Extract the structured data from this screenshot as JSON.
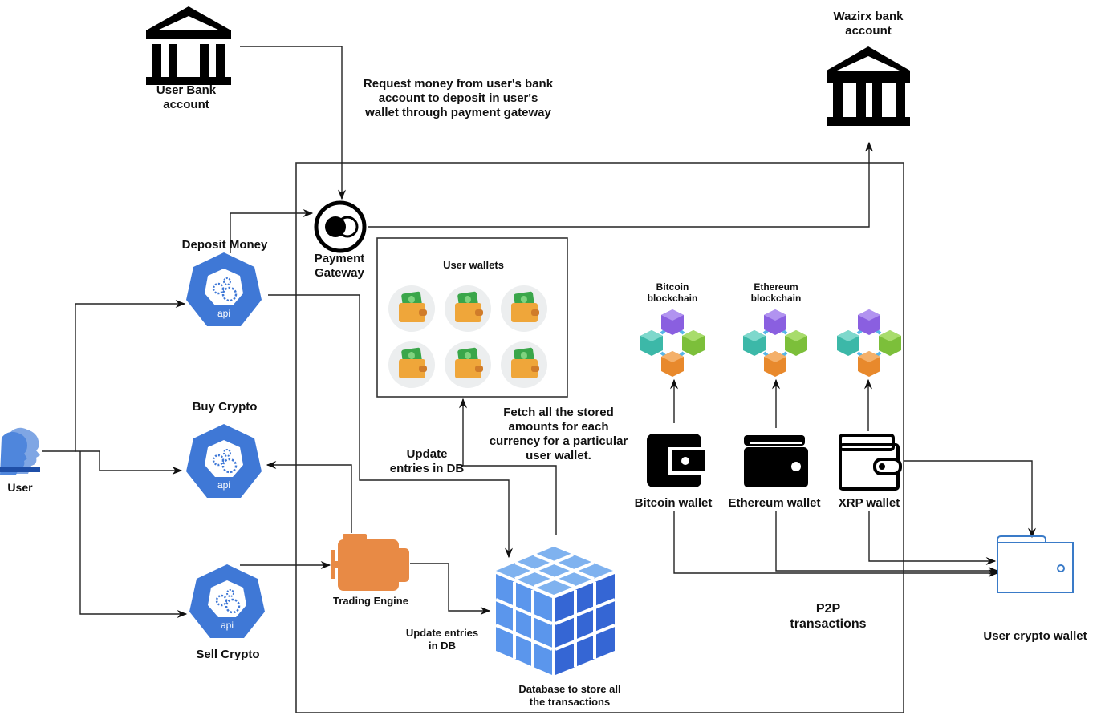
{
  "diagram": {
    "title_nodes": {
      "user_bank": "User Bank\naccount",
      "wazirx_bank": "Wazirx bank\naccount",
      "payment_gateway": "Payment\nGateway",
      "deposit_money": "Deposit Money",
      "buy_crypto": "Buy Crypto",
      "sell_crypto": "Sell Crypto",
      "user": "User",
      "api_label": "api",
      "user_wallets": "User wallets",
      "trading_engine": "Trading Engine",
      "database": "Database to store all\nthe transactions",
      "bitcoin_blockchain": "Bitcoin\nblockchain",
      "ethereum_blockchain": "Ethereum\nblockchain",
      "bitcoin_wallet": "Bitcoin wallet",
      "ethereum_wallet": "Ethereum wallet",
      "xrp_wallet": "XRP wallet",
      "user_crypto_wallet": "User crypto wallet",
      "p2p": "P2P\ntransactions"
    },
    "annotations": {
      "request_money": "Request money from user's bank\naccount to deposit in user's\nwallet through payment gateway",
      "update_entries_1": "Update\nentries in DB",
      "fetch_amounts": "Fetch all the stored\namounts for each\ncurrency for a particular\nuser wallet.",
      "update_entries_2": "Update entries\nin DB"
    },
    "icons": {
      "bank": "bank-icon",
      "gateway": "payment-gateway-icon",
      "api": "api-gear-icon",
      "wallet_coin": "money-wallet-icon",
      "engine": "engine-icon",
      "database": "database-cube-icon",
      "blockchain": "blockchain-cubes-icon"
    },
    "colors": {
      "api_blue": "#3f78d6",
      "engine_orange": "#e88a45",
      "wallet_orange": "#efa63a",
      "cash_green": "#3aa64a",
      "db_blue": "#4a86e8",
      "crypto_wallet_blue": "#3a7bc8",
      "line": "#222222"
    },
    "user_wallet_count": 6
  }
}
